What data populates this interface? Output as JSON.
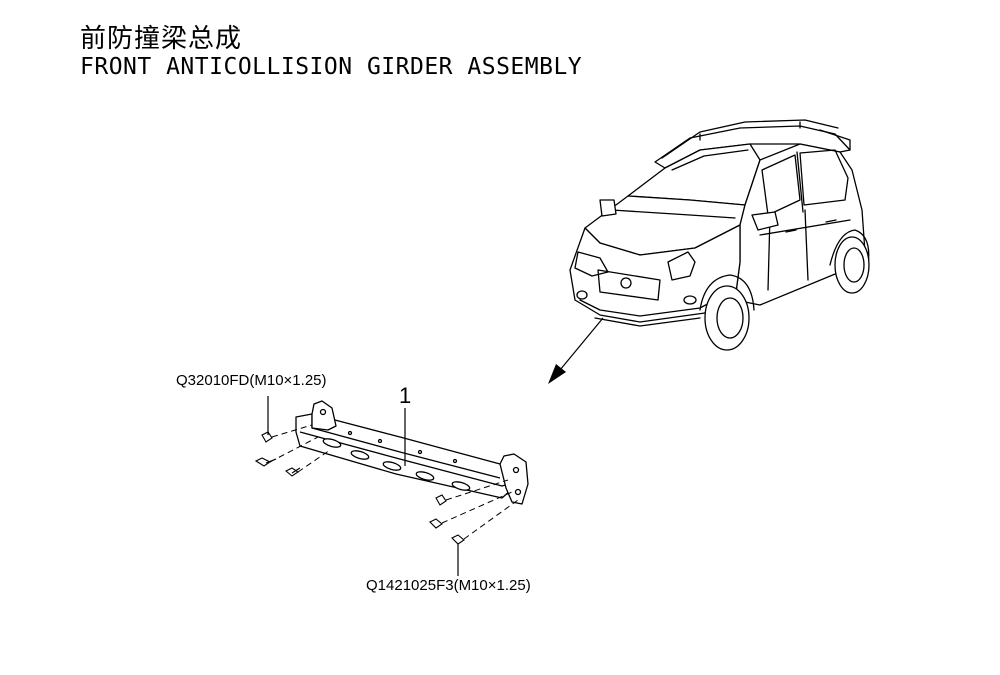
{
  "title": {
    "chinese": "前防撞梁总成",
    "english": "FRONT ANTICOLLISION GIRDER ASSEMBLY"
  },
  "parts": {
    "item_number": "1",
    "fastener_top": "Q32010FD(M10×1.25)",
    "fastener_bottom": "Q1421025F3(M10×1.25)"
  }
}
